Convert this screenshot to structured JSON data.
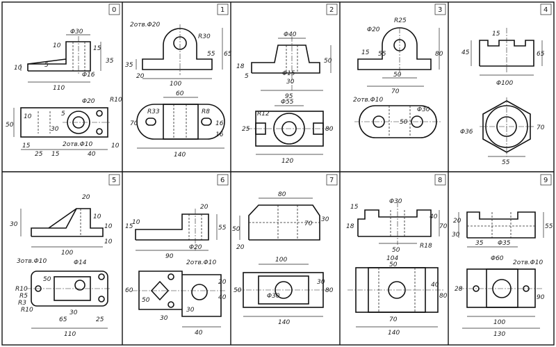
{
  "panels": [
    {
      "number": "0",
      "labels": [
        "Φ30",
        "10",
        "15",
        "35",
        "10",
        "5",
        "Φ16",
        "110",
        "Φ20",
        "R10",
        "10",
        "50",
        "30",
        "5",
        "15",
        "25",
        "15",
        "2отв.Φ10",
        "40",
        "10"
      ]
    },
    {
      "number": "1",
      "labels": [
        "2отв.Φ20",
        "R30",
        "35",
        "55",
        "65",
        "20",
        "100",
        "60",
        "R33",
        "R8",
        "70",
        "16",
        "16",
        "140"
      ]
    },
    {
      "number": "2",
      "labels": [
        "Φ40",
        "18",
        "5",
        "Φ15",
        "50",
        "30",
        "95",
        "Φ55",
        "R12",
        "25",
        "80",
        "120"
      ]
    },
    {
      "number": "3",
      "labels": [
        "Φ20",
        "R25",
        "15",
        "55",
        "80",
        "50",
        "70",
        "2отв.Φ10",
        "Φ30",
        "50"
      ]
    },
    {
      "number": "4",
      "labels": [
        "15",
        "45",
        "65",
        "Φ100",
        "Φ36",
        "70",
        "55"
      ]
    },
    {
      "number": "5",
      "labels": [
        "20",
        "30",
        "10",
        "10",
        "100",
        "10",
        "3отв.Φ10",
        "Φ14",
        "R10",
        "R5",
        "R3",
        "R10",
        "50",
        "30",
        "65",
        "25",
        "110"
      ]
    },
    {
      "number": "6",
      "labels": [
        "20",
        "15",
        "10",
        "55",
        "Φ20",
        "90",
        "2отв.Φ10",
        "60",
        "50",
        "30",
        "30",
        "20",
        "40",
        "40"
      ]
    },
    {
      "number": "7",
      "labels": [
        "80",
        "50",
        "20",
        "70",
        "30",
        "100",
        "Φ30",
        "50",
        "80",
        "30",
        "140"
      ]
    },
    {
      "number": "8",
      "labels": [
        "15",
        "Φ30",
        "18",
        "40",
        "70",
        "R18",
        "50",
        "104",
        "50",
        "40",
        "80",
        "70",
        "140"
      ]
    },
    {
      "number": "9",
      "labels": [
        "20",
        "30",
        "Φ35",
        "35",
        "55",
        "2отв.Φ10",
        "Φ60",
        "28",
        "90",
        "100",
        "130"
      ]
    }
  ]
}
